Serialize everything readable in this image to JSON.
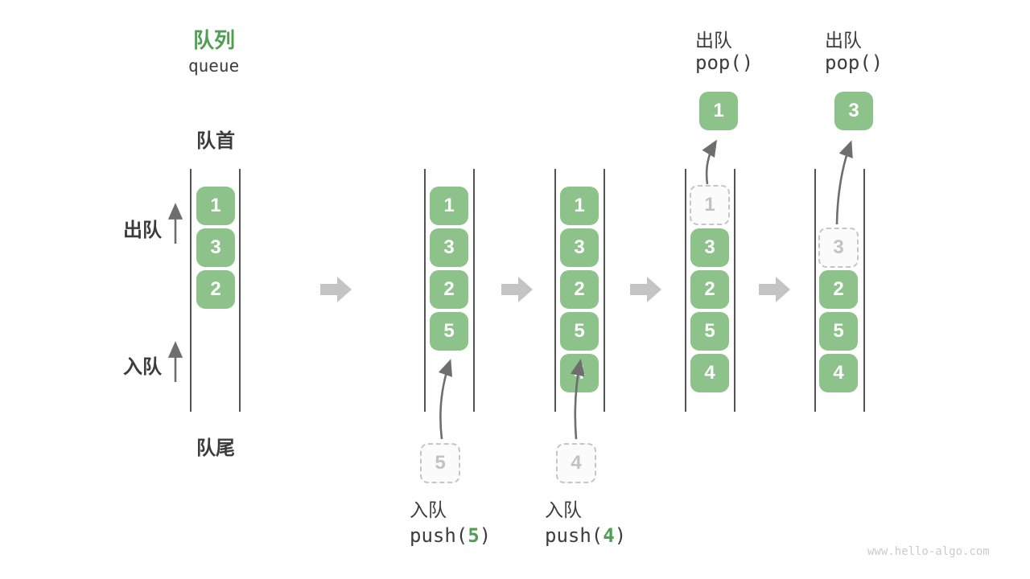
{
  "title": {
    "zh": "队列",
    "en": "queue"
  },
  "queue_labels": {
    "front": "队首",
    "rear": "队尾",
    "dequeue_side": "出队",
    "enqueue_side": "入队"
  },
  "states": [
    {
      "boxes": [
        "1",
        "3",
        "2"
      ]
    },
    {
      "boxes": [
        "1",
        "3",
        "2",
        "5"
      ],
      "incoming": "5",
      "op": {
        "label": "入队",
        "fn": "push(",
        "arg": "5",
        "close": ")"
      }
    },
    {
      "boxes": [
        "1",
        "3",
        "2",
        "5",
        "4"
      ],
      "incoming": "4",
      "op": {
        "label": "入队",
        "fn": "push(",
        "arg": "4",
        "close": ")"
      }
    },
    {
      "ghost": "1",
      "boxes": [
        "3",
        "2",
        "5",
        "4"
      ],
      "popped": "1",
      "op": {
        "label": "出队",
        "fn": "pop()"
      }
    },
    {
      "ghost": "3",
      "boxes": [
        "2",
        "5",
        "4"
      ],
      "popped": "3",
      "op": {
        "label": "出队",
        "fn": "pop()"
      }
    }
  ],
  "watermark": "www.hello-algo.com",
  "colors": {
    "green": "#8dc28b",
    "green-dark": "#4f9e52",
    "ink": "#3c3c3c",
    "line": "#545454",
    "arrow-thin": "#6e6e6e",
    "arrow-big": "#c4c4c4",
    "ghost-border": "#c6c6c6",
    "ghost-text": "#c2c2c2",
    "watermark": "#cbcbcb"
  }
}
